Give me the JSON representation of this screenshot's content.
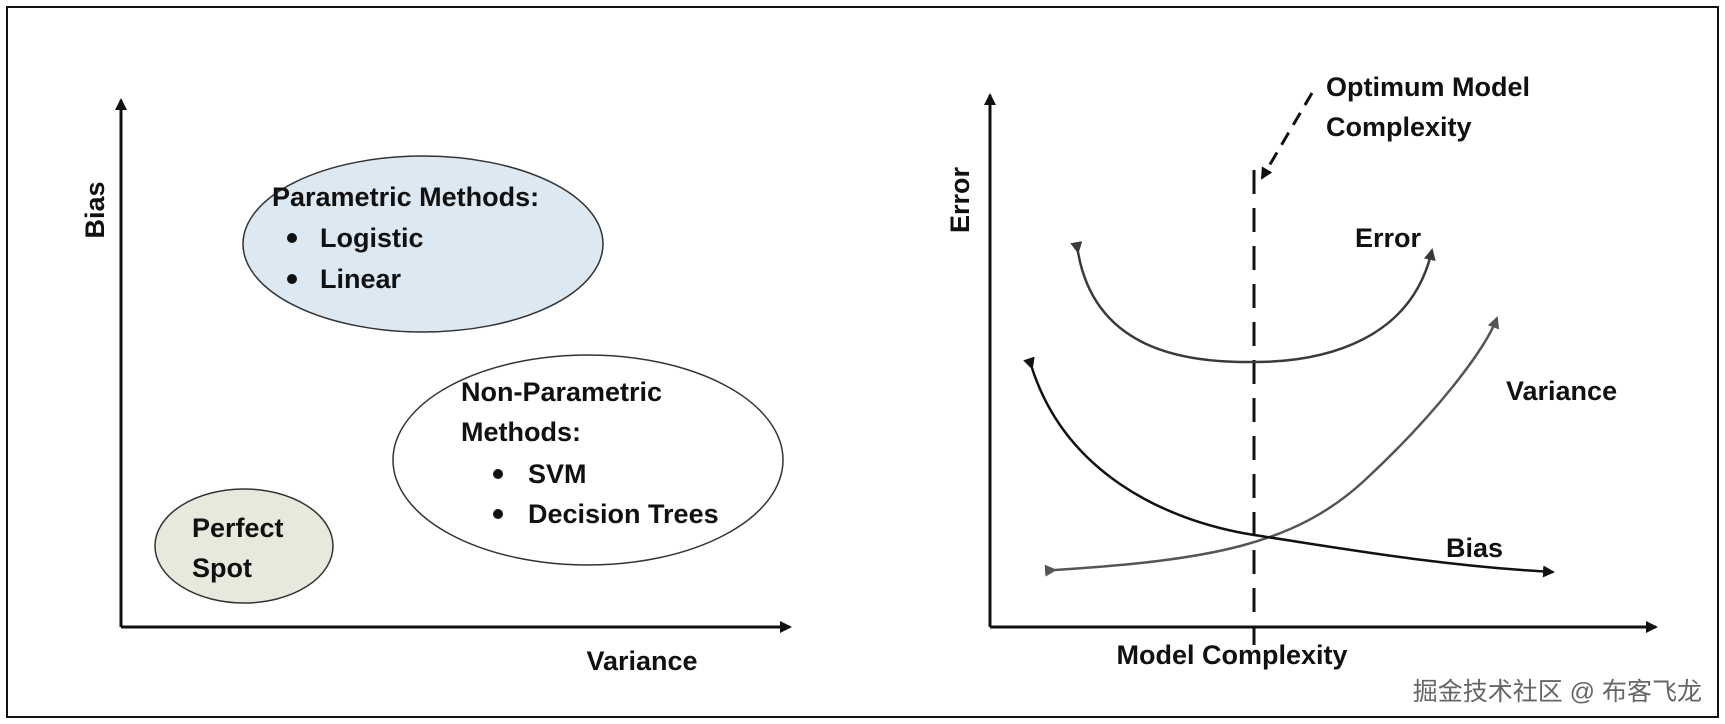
{
  "left_panel": {
    "x_axis_label": "Variance",
    "y_axis_label": "Bias",
    "groups": [
      {
        "title": "Parametric Methods:",
        "items": [
          "Logistic",
          "Linear"
        ],
        "fill": "#dde9f2"
      },
      {
        "title_lines": [
          "Non-Parametric",
          "Methods:"
        ],
        "items": [
          "SVM",
          "Decision Trees"
        ],
        "fill": "#ffffff"
      },
      {
        "title_lines": [
          "Perfect",
          "Spot"
        ],
        "fill": "#e5eadd"
      }
    ]
  },
  "right_panel": {
    "x_axis_label": "Model Complexity",
    "y_axis_label": "Error",
    "annotation_lines": [
      "Optimum Model",
      "Complexity"
    ],
    "curve_labels": {
      "error": "Error",
      "variance": "Variance",
      "bias": "Bias"
    },
    "colors": {
      "error_curve": "#3a3a3a",
      "variance_curve": "#555555",
      "bias_curve": "#111111"
    }
  },
  "watermark": "掘金技术社区 @ 布客飞龙"
}
